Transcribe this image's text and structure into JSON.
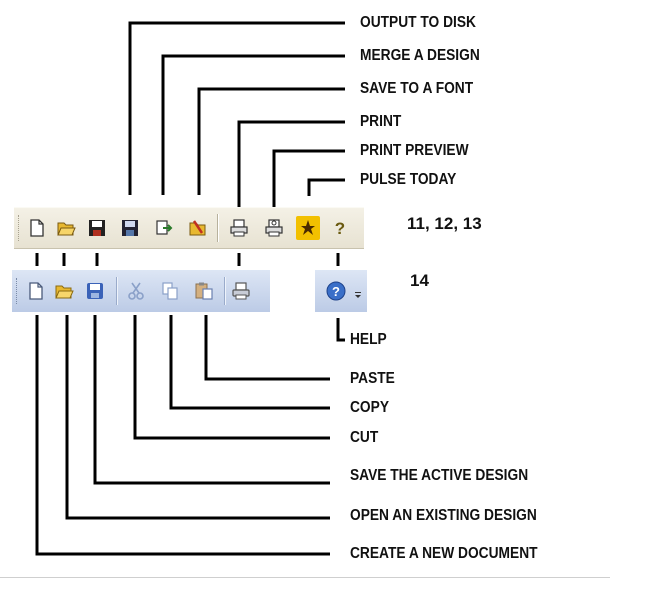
{
  "top_labels": [
    "OUTPUT TO DISK",
    "MERGE A DESIGN",
    "SAVE TO A FONT",
    "PRINT",
    "PRINT PREVIEW",
    "PULSE TODAY"
  ],
  "bottom_labels": [
    "HELP",
    "PASTE",
    "COPY",
    "CUT",
    "SAVE THE ACTIVE DESIGN",
    "OPEN AN EXISTING DESIGN",
    "CREATE A NEW DOCUMENT"
  ],
  "numbers": [
    "11, 12, 13",
    "14"
  ],
  "toolbar_top_icons": [
    "new-document-icon",
    "open-folder-icon",
    "save-disk-icon",
    "output-to-disk-icon",
    "merge-design-icon",
    "save-to-font-icon",
    "print-icon",
    "print-preview-icon",
    "pulse-today-icon",
    "help-question-icon"
  ],
  "toolbar_bottom_icons": [
    "new-document-icon",
    "open-folder-icon",
    "save-disk-icon",
    "cut-scissors-icon",
    "copy-icon",
    "paste-icon",
    "print-icon",
    "help-circle-icon",
    "dropdown-arrow-icon"
  ],
  "colors": {
    "toolbar_classic": "#ece9d8",
    "toolbar_xp_blue": "#c9d6ee",
    "folder_yellow": "#e8b830",
    "disk_red": "#b03020",
    "help_blue": "#3a6fc8",
    "lines": "#000000"
  }
}
